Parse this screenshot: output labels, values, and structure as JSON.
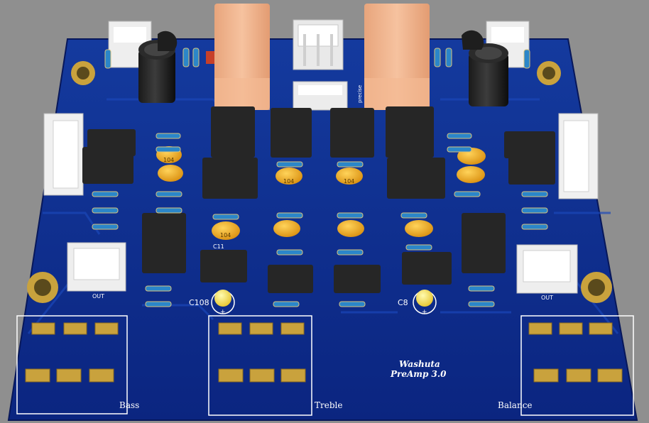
{
  "board": {
    "brand_line1": "Washuta",
    "brand_line2": "PreAmp 3.0",
    "pot_labels": {
      "bass": "Bass",
      "treble": "Treble",
      "balance": "Balance"
    },
    "connector_labels": {
      "out_left": "OUT",
      "out_right": "OUT"
    },
    "designators": {
      "c108": "C108",
      "c8": "C8",
      "c11": "C11",
      "edge_text": "precise"
    },
    "cap_code": "104",
    "polarity_mark": "+"
  },
  "colors": {
    "background": "#8f8f8f",
    "pcb": "#0e2a8c",
    "pcb_edge": "#0a1f6b",
    "relay": "#f1b48d",
    "cap_yellow": "#f0b020",
    "ic_body": "#262626",
    "pad_gold": "#c9a23d",
    "connector_white": "#f1f1f1",
    "led_yellow": "#f4e05a"
  }
}
